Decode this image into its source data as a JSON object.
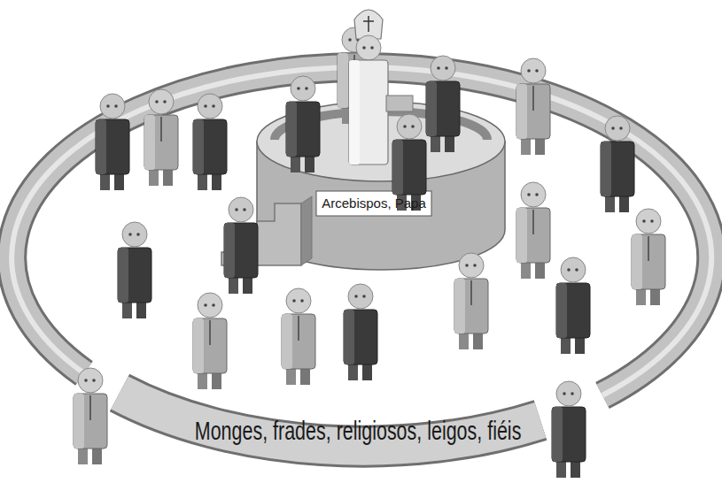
{
  "diagram": {
    "nodes": [
      {
        "text": [
          "Monges, frades, religiosos, leigos, fiéis"
        ]
      },
      {
        "text": [
          "Arcebispos, Papa"
        ],
        "in": 0
      }
    ]
  }
}
